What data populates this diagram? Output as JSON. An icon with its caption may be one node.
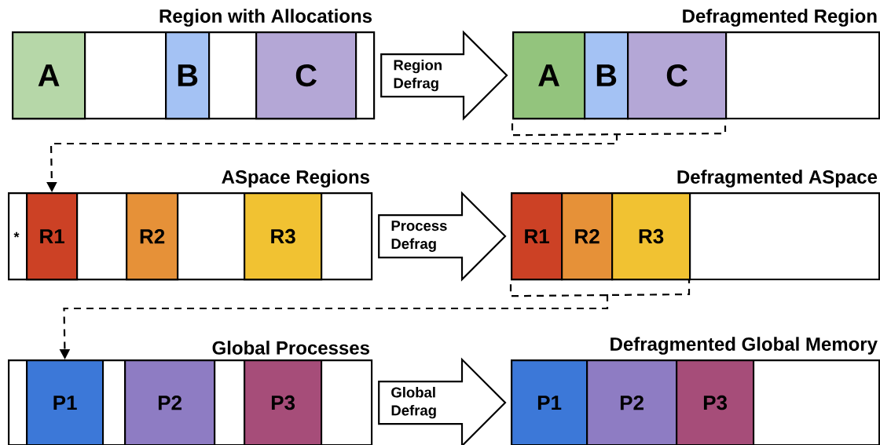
{
  "diagram": {
    "nodes": [
      {
        "text": [
          "Region with Allocations"
        ]
      },
      {
        "text": [
          "A"
        ],
        "in": 0
      },
      {
        "text": [
          "B"
        ],
        "in": 0
      },
      {
        "text": [
          "C"
        ],
        "in": 0
      },
      {
        "text": [
          "Defragmented Region"
        ]
      },
      {
        "text": [
          "A"
        ],
        "in": 4
      },
      {
        "text": [
          "B"
        ],
        "in": 4
      },
      {
        "text": [
          "C"
        ],
        "in": 4
      },
      {
        "text": [
          "ASpace Regions"
        ]
      },
      {
        "text": [
          "R1"
        ],
        "in": 8
      },
      {
        "text": [
          "R2"
        ],
        "in": 8
      },
      {
        "text": [
          "R3"
        ],
        "in": 8
      },
      {
        "text": [
          "Defragmented ASpace"
        ]
      },
      {
        "text": [
          "R1"
        ],
        "in": 12
      },
      {
        "text": [
          "R2"
        ],
        "in": 12
      },
      {
        "text": [
          "R3"
        ],
        "in": 12
      },
      {
        "text": [
          "Global Processes"
        ]
      },
      {
        "text": [
          "P1"
        ],
        "in": 16
      },
      {
        "text": [
          "P2"
        ],
        "in": 16
      },
      {
        "text": [
          "P3"
        ],
        "in": 16
      },
      {
        "text": [
          "Defragmented Global Memory"
        ]
      },
      {
        "text": [
          "P1"
        ],
        "in": 20
      },
      {
        "text": [
          "P2"
        ],
        "in": 20
      },
      {
        "text": [
          "P3"
        ],
        "in": 20
      }
    ],
    "edges": [
      {
        "from": 0,
        "to": 4,
        "arrow": "to",
        "label": "Region Defrag"
      },
      {
        "from": 4,
        "to": 9,
        "arrow": "to",
        "style": "dashed"
      },
      {
        "from": 8,
        "to": 12,
        "arrow": "to",
        "label": "Process Defrag"
      },
      {
        "from": 12,
        "to": 17,
        "arrow": "to",
        "style": "dashed"
      },
      {
        "from": 16,
        "to": 20,
        "arrow": "to",
        "label": "Global Defrag"
      }
    ],
    "labels": [
      "*"
    ]
  }
}
